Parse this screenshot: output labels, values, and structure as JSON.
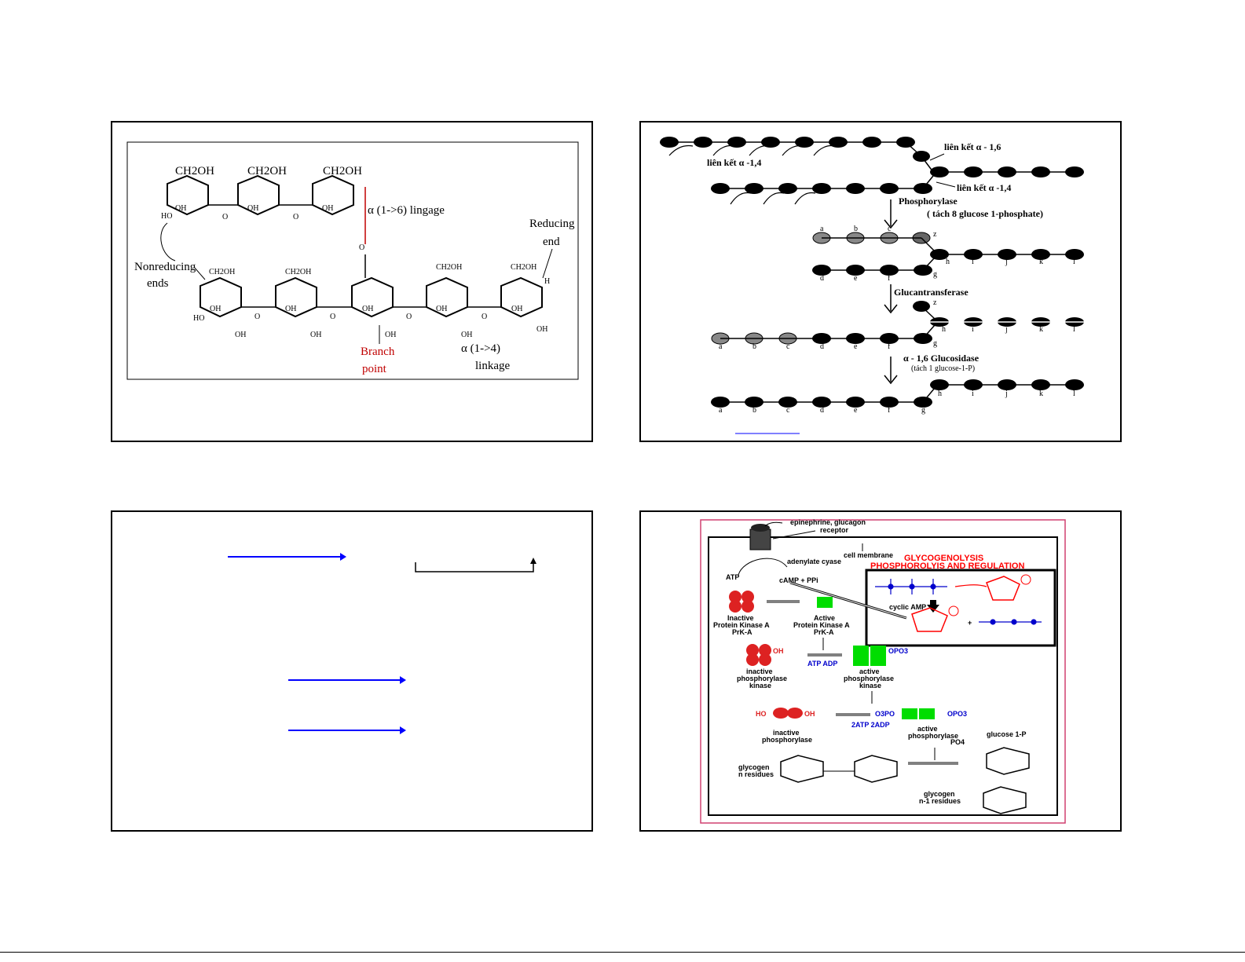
{
  "slide1": {
    "ch2oh": "CH2OH",
    "lingage": "α (1->6) lingage",
    "nonreducing_1": "Nonreducing",
    "nonreducing_2": "ends",
    "reducing_1": "Reducing",
    "reducing_2": "end",
    "branch_1": "Branch",
    "branch_2": "point",
    "linkage_1": "α (1->4)",
    "linkage_2": "linkage",
    "h": "H",
    "oh": "OH",
    "ho": "HO",
    "o": "O"
  },
  "slide2": {
    "label_alpha14_top": "liên kết α -1,4",
    "label_alpha16": "liên kết α - 1,6",
    "label_alpha14_right": "liên kết α -1,4",
    "phosphorylase": "Phosphorylase",
    "phosphorylase_note": "( tách 8 glucose 1-phosphate)",
    "glucantransferase": "Glucantransferase",
    "glucosidase": "α - 1,6 Glucosidase",
    "glucosidase_note": "(tách 1 glucose-1-P)",
    "letters": [
      "a",
      "b",
      "c",
      "d",
      "e",
      "f",
      "g",
      "h",
      "i",
      "j",
      "k",
      "l",
      "z"
    ]
  },
  "slide4": {
    "epinephrine": "epinephrine, glucagon",
    "receptor": "receptor",
    "cell_membrane": "cell membrane",
    "adenylate": "adenylate cyase",
    "title_1": "GLYCOGENOLYSIS",
    "title_2": "PHOSPHOROLYIS AND REGULATION",
    "atp": "ATP",
    "camp_ppi": "cAMP + PPi",
    "cyclic_amp": "cyclic AMP",
    "inactive_pka_1": "Inactive",
    "inactive_pka_2": "Protein Kinase A",
    "inactive_pka_3": "PrK-A",
    "active_pka_1": "Active",
    "active_pka_2": "Protein Kinase A",
    "active_pka_3": "PrK-A",
    "inactive_phk_1": "inactive",
    "inactive_phk_2": "phosphorylase",
    "inactive_phk_3": "kinase",
    "active_phk_1": "active",
    "active_phk_2": "phosphorylase",
    "active_phk_3": "kinase",
    "atp_adp": "ATP   ADP",
    "atp2_adp2": "2ATP  2ADP",
    "inactive_ph_1": "inactive",
    "inactive_ph_2": "phosphorylase",
    "active_ph_1": "active",
    "active_ph_2": "phosphorylase",
    "glucose1p": "glucose 1-P",
    "glycogen_n_1": "glycogen",
    "glycogen_n_2": "n residues",
    "glycogen_n1_1": "glycogen",
    "glycogen_n1_2": "n-1 residues",
    "po4": "PO4",
    "opo3": "OPO3",
    "ho_left": "HO",
    "oh_right": "OH",
    "o3po": "O3PO",
    "opo3_right": "OPO3"
  }
}
